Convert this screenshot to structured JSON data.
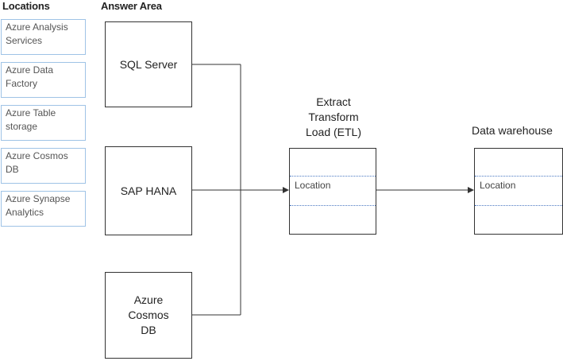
{
  "locations": {
    "heading": "Locations",
    "items": [
      {
        "label": "Azure Analysis Services"
      },
      {
        "label": "Azure Data Factory"
      },
      {
        "label": "Azure Table storage"
      },
      {
        "label": "Azure Cosmos DB"
      },
      {
        "label": "Azure Synapse Analytics"
      }
    ]
  },
  "answer_area": {
    "heading": "Answer Area",
    "sources": [
      {
        "label": "SQL Server"
      },
      {
        "label": "SAP HANA"
      },
      {
        "label": "Azure Cosmos DB"
      }
    ],
    "etl": {
      "title_lines": [
        "Extract",
        "Transform",
        "Load (ETL)"
      ],
      "slot_placeholder": "Location"
    },
    "warehouse": {
      "title": "Data warehouse",
      "slot_placeholder": "Location"
    }
  },
  "colors": {
    "item_border": "#9fc3e6",
    "slot_border": "#4a78c2",
    "line": "#333333"
  }
}
